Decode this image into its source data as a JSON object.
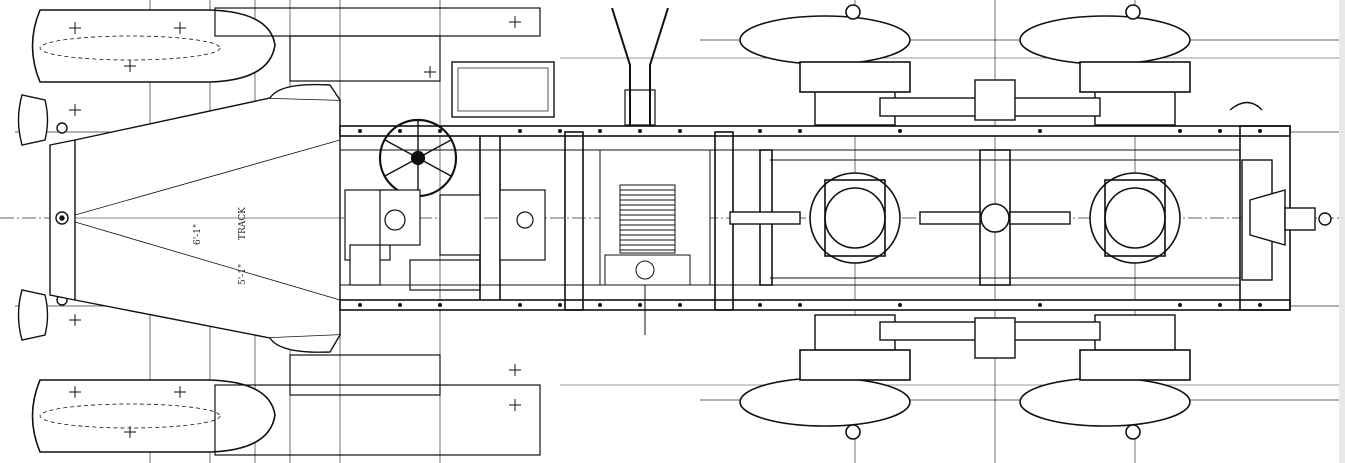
{
  "drawing": {
    "subject": "chassis-plan-view",
    "line_color": "#1a1a1a",
    "dimension_labels": [
      "6'-1\"",
      "TRACK",
      "5'-1\""
    ]
  }
}
